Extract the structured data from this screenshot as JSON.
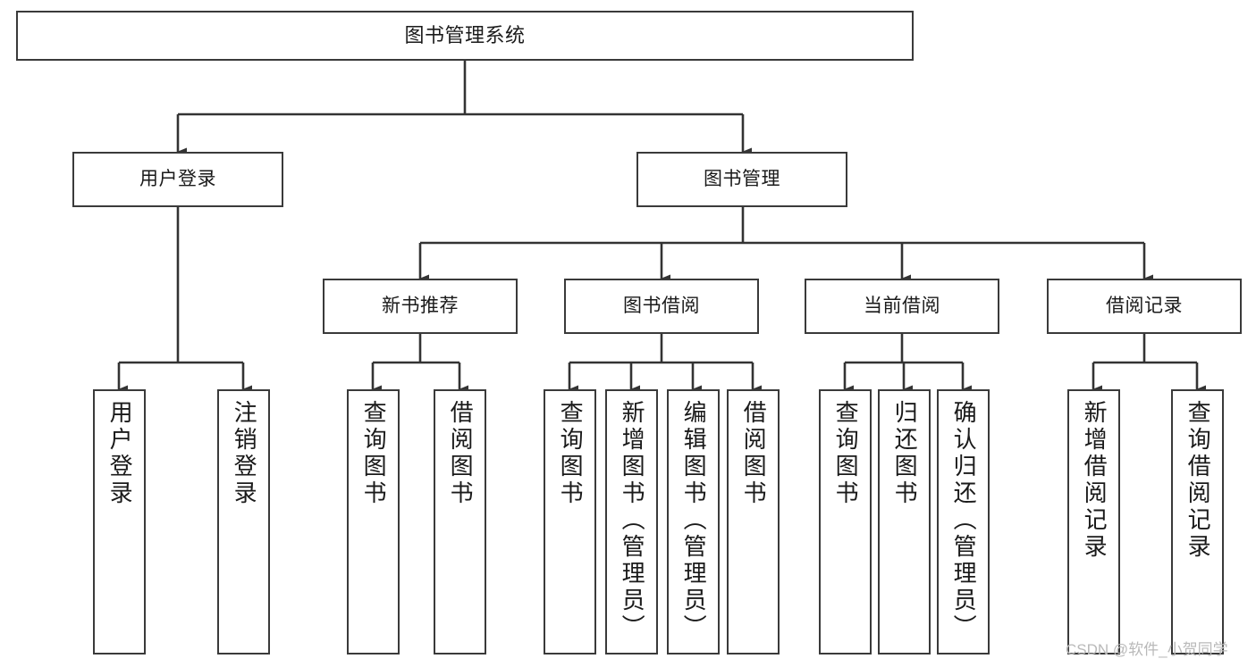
{
  "diagram": {
    "title": "图书管理系统",
    "type": "hierarchy-tree",
    "orientation": "top-down",
    "style": {
      "box_border_color": "#3a3a3a",
      "box_fill_color": "#ffffff",
      "edge_color": "#333333",
      "background_color": "#ffffff",
      "text_color": "#1a1a1a"
    },
    "levels": [
      {
        "level": 1,
        "nodes": [
          "root"
        ]
      },
      {
        "level": 2,
        "nodes": [
          "user-login",
          "book-management"
        ]
      },
      {
        "level": 3,
        "nodes": [
          "new-book-recommend",
          "book-borrow",
          "current-borrow",
          "borrow-record"
        ]
      },
      {
        "level": 4,
        "nodes": [
          "leaves"
        ]
      }
    ]
  },
  "nodes": {
    "root": {
      "label": "图书管理系统"
    },
    "user_login": {
      "label": "用户登录"
    },
    "book_management": {
      "label": "图书管理"
    },
    "new_book_recommend": {
      "label": "新书推荐"
    },
    "book_borrow": {
      "label": "图书借阅"
    },
    "current_borrow": {
      "label": "当前借阅"
    },
    "borrow_record": {
      "label": "借阅记录"
    },
    "leaves": {
      "user_login_children": [
        {
          "label": "用户登录"
        },
        {
          "label": "注销登录"
        }
      ],
      "new_book_recommend_children": [
        {
          "label": "查询图书"
        },
        {
          "label": "借阅图书"
        }
      ],
      "book_borrow_children": [
        {
          "label": "查询图书"
        },
        {
          "label": "新增图书（管理员）"
        },
        {
          "label": "编辑图书（管理员）"
        },
        {
          "label": "借阅图书"
        }
      ],
      "current_borrow_children": [
        {
          "label": "查询图书"
        },
        {
          "label": "归还图书"
        },
        {
          "label": "确认归还（管理员）"
        }
      ],
      "borrow_record_children": [
        {
          "label": "新增借阅记录"
        },
        {
          "label": "查询借阅记录"
        }
      ]
    }
  },
  "watermark": {
    "text": "CSDN @软件_小贺同学"
  }
}
